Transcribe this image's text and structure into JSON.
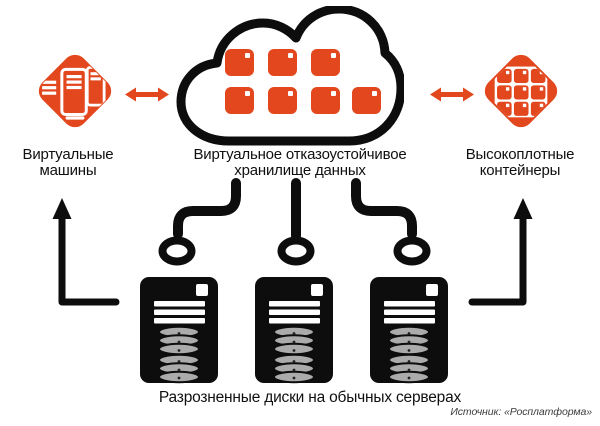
{
  "colors": {
    "accent": "#E2471E",
    "ink": "#0D0D0D",
    "disk": "#ABABAB",
    "background": "#FFFFFF",
    "source_text": "#3C3C3C"
  },
  "nodes": {
    "vm": {
      "label": "Виртуальные\nмашины",
      "icon": "virtual-machines-diamond-icon"
    },
    "storage": {
      "label": "Виртуальное отказоустойчивое\nхранилище данных",
      "icon": "cloud-storage-icon",
      "blocks_top_row": 3,
      "blocks_bottom_row": 4
    },
    "containers": {
      "label": "Высокоплотные\nконтейнеры",
      "icon": "high-density-containers-diamond-icon"
    },
    "servers": {
      "label": "Разрозненные диски на обычных серверах",
      "icon": "server-tower-icon",
      "count": 3
    }
  },
  "connections": {
    "vm_storage": "bidirectional-arrow",
    "storage_containers": "bidirectional-arrow",
    "storage_servers": "cable-with-loop",
    "servers_vm": "up-arrow",
    "servers_containers": "up-arrow"
  },
  "source": {
    "label": "Источник: «Росплатформа»"
  }
}
